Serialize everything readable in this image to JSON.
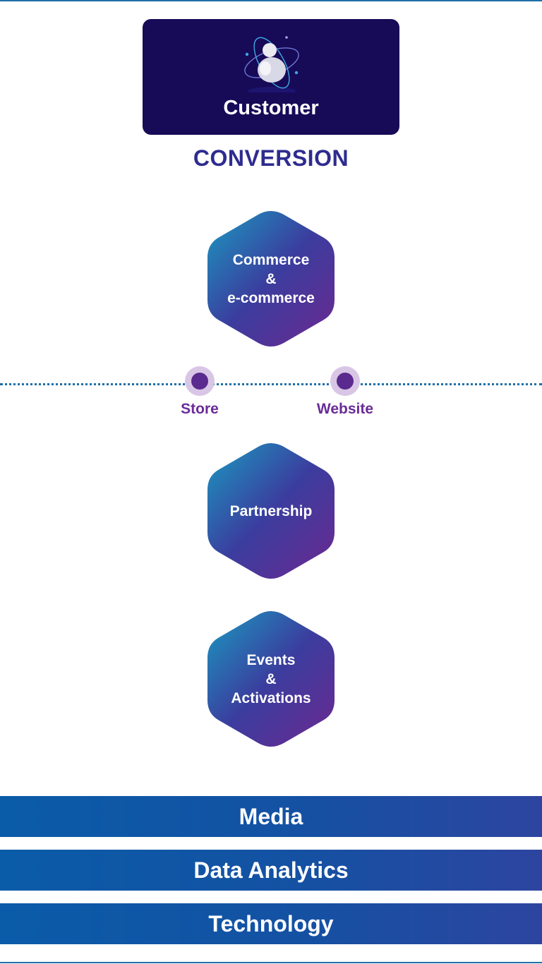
{
  "customer": {
    "label": "Customer",
    "icon": "customer-atom-icon"
  },
  "section_title": "CONVERSION",
  "hexagons": [
    {
      "label": "Commerce\n&\ne-commerce"
    },
    {
      "label": "Partnership"
    },
    {
      "label": "Events\n&\nActivations"
    }
  ],
  "channels": [
    {
      "label": "Store"
    },
    {
      "label": "Website"
    }
  ],
  "bands": [
    {
      "label": "Media"
    },
    {
      "label": "Data Analytics"
    },
    {
      "label": "Technology"
    }
  ],
  "colors": {
    "customer_bg": "#170a57",
    "title": "#2e2c8f",
    "hex_start": "#1a8db8",
    "hex_mid": "#3c3c9c",
    "hex_end": "#6a2a92",
    "channel_dot": "#5a2a8e",
    "channel_label": "#6a2c98",
    "band": "#0a5ca8"
  }
}
